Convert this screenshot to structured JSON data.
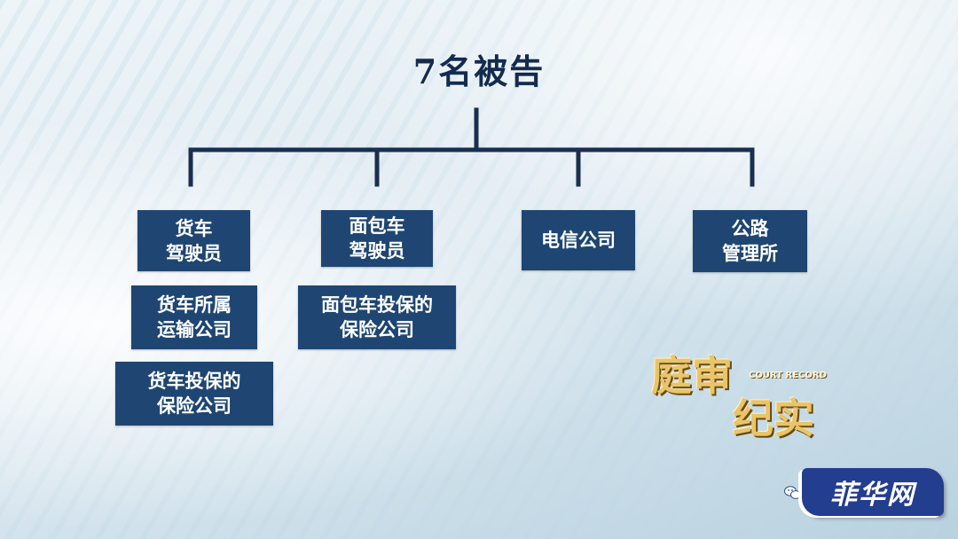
{
  "title": "7名被告",
  "nodes": [
    {
      "id": "truck-driver",
      "label": "货车\n驾驶员"
    },
    {
      "id": "van-driver",
      "label": "面包车\n驾驶员"
    },
    {
      "id": "telecom",
      "label": "电信公司"
    },
    {
      "id": "highway",
      "label": "公路\n管理所"
    },
    {
      "id": "truck-company",
      "label": "货车所属\n运输公司"
    },
    {
      "id": "van-insurer",
      "label": "面包车投保的\n保险公司"
    },
    {
      "id": "truck-insurer",
      "label": "货车投保的\n保险公司"
    }
  ],
  "logo": {
    "line1": "庭审",
    "line2": "纪实",
    "subtitle": "COURT RECORD"
  },
  "watermark": {
    "text": "菲华网",
    "icon": "wechat-icon"
  },
  "colors": {
    "box": "#1f4672",
    "line": "#1a2f4f",
    "title": "#132b4e"
  }
}
